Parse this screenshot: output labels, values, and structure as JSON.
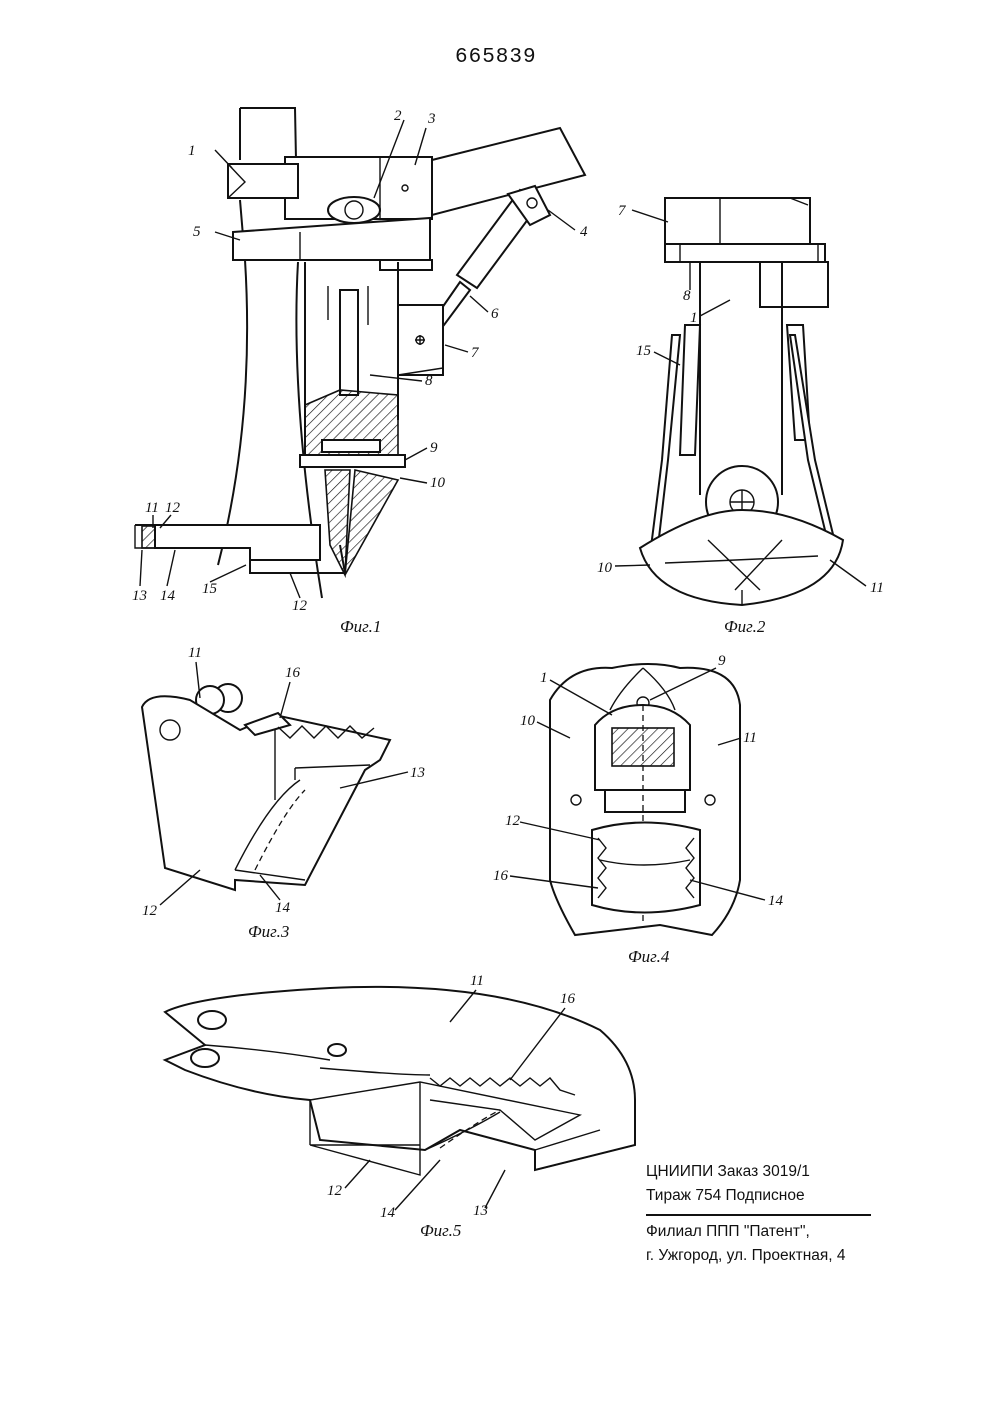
{
  "page_number": "665839",
  "figures": {
    "fig1": {
      "caption": "Фиг.1",
      "labels": [
        "1",
        "2",
        "3",
        "4",
        "5",
        "6",
        "7",
        "8",
        "9",
        "10",
        "11",
        "12",
        "13",
        "14",
        "15",
        "12"
      ]
    },
    "fig2": {
      "caption": "Фиг.2",
      "labels": [
        "7",
        "8",
        "1",
        "15",
        "10",
        "11"
      ]
    },
    "fig3": {
      "caption": "Фиг.3",
      "labels": [
        "11",
        "16",
        "13",
        "12",
        "14"
      ]
    },
    "fig4": {
      "caption": "Фиг.4",
      "labels": [
        "1",
        "9",
        "10",
        "11",
        "12",
        "16",
        "14"
      ]
    },
    "fig5": {
      "caption": "Фиг.5",
      "labels": [
        "11",
        "16",
        "12",
        "14",
        "13"
      ]
    }
  },
  "imprint": {
    "line1": "ЦНИИПИ Заказ 3019/1",
    "line2": "Тираж 754  Подписное",
    "line3": "Филиал ППП \"Патент\",",
    "line4": "г. Ужгород, ул. Проектная, 4"
  }
}
